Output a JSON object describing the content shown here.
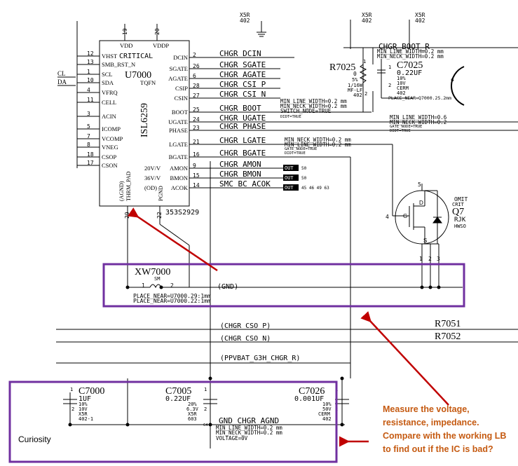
{
  "ic": {
    "ref": "U7000",
    "part": "ISL6259",
    "package": "TQFN",
    "critical": "CRITICAL",
    "partnum": "353S2929",
    "top_pins": [
      {
        "num": "19",
        "name": "VDD"
      },
      {
        "num": "20",
        "name": "VDDP"
      }
    ],
    "left_pins": [
      {
        "num": "12",
        "name": "VHST"
      },
      {
        "num": "13",
        "name": "SMB_RST_N"
      },
      {
        "num": "1",
        "name": "SCL"
      },
      {
        "num": "10",
        "name": "SDA"
      },
      {
        "num": "4",
        "name": "VFRQ"
      },
      {
        "num": "11",
        "name": "CELL"
      },
      {
        "num": "3",
        "name": "ACIN"
      },
      {
        "num": "5",
        "name": "ICOMP"
      },
      {
        "num": "7",
        "name": "VCOMP"
      },
      {
        "num": "8",
        "name": "VNEG"
      },
      {
        "num": "18",
        "name": "CSOP"
      },
      {
        "num": "17",
        "name": "CSON"
      }
    ],
    "right_pins": [
      {
        "num": "2",
        "name": "DCIN"
      },
      {
        "num": "26",
        "name": "SGATE"
      },
      {
        "num": "6",
        "name": "AGATE"
      },
      {
        "num": "28",
        "name": "CSIP"
      },
      {
        "num": "27",
        "name": "CSIN"
      },
      {
        "num": "25",
        "name": "BOOT"
      },
      {
        "num": "24",
        "name": "UGATE"
      },
      {
        "num": "23",
        "name": "PHASE"
      },
      {
        "num": "21",
        "name": "LGATE"
      },
      {
        "num": "16",
        "name": "BGATE"
      },
      {
        "num": "9",
        "name": "AMON"
      },
      {
        "num": "15",
        "name": "BMON"
      },
      {
        "num": "14",
        "name": "ACOK"
      }
    ],
    "mon_prefix": [
      "20V/V",
      "36V/V",
      "(OD)"
    ],
    "bottom_labels": [
      "(AGND)",
      "THRM_PAD",
      "PGND"
    ],
    "bottom_pins": [
      "29",
      "22"
    ],
    "left_nets": [
      "CL",
      "DA"
    ]
  },
  "nets": {
    "dcin": "CHGR_DCIN",
    "sgate": "CHGR_SGATE",
    "agate": "CHGR_AGATE",
    "csip": "CHGR_CSI_P",
    "csin": "CHGR_CSI_N",
    "boot": "CHGR_BOOT",
    "ugate": "CHGR_UGATE",
    "phase": "CHGR_PHASE",
    "lgate": "CHGR_LGATE",
    "bgate": "CHGR_BGATE",
    "amon": "CHGR_AMON",
    "bmon": "CHGR_BMON",
    "acok": "SMC_BC_ACOK",
    "gnd": "(GND)",
    "cso_p": "(CHGR_CSO_P)",
    "cso_n": "(CHGR_CSO_N)",
    "ppvbat": "(PPVBAT_G3H_CHGR_R)",
    "agnd": "GND_CHGR_AGND",
    "boot_r": "CHGR_BOOT_R"
  },
  "annotations": {
    "csi_width": "MIN_LINE_WIDTH=0.2 mm",
    "csi_neck": "MIN_NECK_WIDTH=0.2 mm",
    "switch_node": "SWITCH_NODE=TRUE",
    "didt": "DIDT=TRUE",
    "lgate_neck": "MIN_NECK_WIDTH=0.2 mm",
    "lgate_width": "MIN_LINE_WIDTH=0.2 mm",
    "gate_node": "GATE_NODE=TRUE",
    "boot_r_width": "MIN_LINE_WIDTH=0.2 mm",
    "boot_r_neck": "MIN_NECK_WIDTH=0.2 mm",
    "ug_width": "MIN_LINE_WIDTH=0.6",
    "ug_neck": "MIN_NECK_WIDTH=0.2",
    "agnd_width": "MIN_LINE_WIDTH=0.2 mm",
    "agnd_neck": "MIN_NECK_WIDTH=0.2 mm",
    "voltage": "VOLTAGE=0V",
    "agnd_pin": "64"
  },
  "offpage": {
    "amon": {
      "label": "OUT",
      "refs": "50"
    },
    "bmon": {
      "label": "OUT",
      "refs": "50"
    },
    "acok": {
      "label": "OUT",
      "refs": "45 46 49 63"
    }
  },
  "top_stubs": [
    {
      "size": "X5R",
      "pkg": "402"
    },
    {
      "size": "X5R",
      "pkg": "402"
    },
    {
      "size": "X5R",
      "pkg": "402"
    }
  ],
  "r7025": {
    "ref": "R7025",
    "value": "0",
    "tol": "5%",
    "power": "1/16W",
    "type": "MF-LF",
    "pkg": "402",
    "pin1": "1",
    "pin2": "2"
  },
  "c7025": {
    "ref": "C7025",
    "value": "0.22UF",
    "tol": "10%",
    "volt": "10V",
    "diel": "CERM",
    "pkg": "402",
    "place": "PLACE_NEAR=Q7000.25.2mm",
    "pin1": "1",
    "pin2": "2"
  },
  "xw7000": {
    "ref": "XW7000",
    "type": "SM",
    "pin1": "1",
    "pin2": "2",
    "place1": "PLACE_NEAR=U7000.29:1mm",
    "place2": "PLACE_NEAR=U7000.22:1mm"
  },
  "q7000": {
    "omit": "OMIT",
    "crit": "CRIT",
    "ref": "Q7",
    "part": "RJK",
    "pkg": "HWSO",
    "d": "D",
    "g": "G",
    "s": "S",
    "pin4": "4",
    "pin5": "5",
    "pins": [
      "1",
      "2",
      "3"
    ]
  },
  "right_resistors": [
    "R7051",
    "R7052"
  ],
  "c7000": {
    "ref": "C7000",
    "value": "1UF",
    "tol": "10%",
    "volt": "10V",
    "diel": "X5R",
    "pkg": "402-1",
    "pin1": "1",
    "pin2": "2"
  },
  "c7005": {
    "ref": "C7005",
    "value": "0.22UF",
    "tol": "20%",
    "volt": "6.3V",
    "diel": "X5R",
    "pkg": "603",
    "pin1": "1",
    "pin2": "2"
  },
  "c7026": {
    "ref": "C7026",
    "value": "0.001UF",
    "tol": "10%",
    "volt": "50V",
    "diel": "CERM",
    "pkg": "402",
    "pin1": "1",
    "pin2": "2"
  },
  "bubble_text": {
    "curiosity": "Curiosity",
    "advice": "Measure the voltage, resistance, impedance. Compare with the working LB to find out if the IC is bad?"
  },
  "colors": {
    "highlight_box": "#7030a0",
    "arrow": "#c00000",
    "advice_text": "#c55a11",
    "wire": "#000000"
  }
}
